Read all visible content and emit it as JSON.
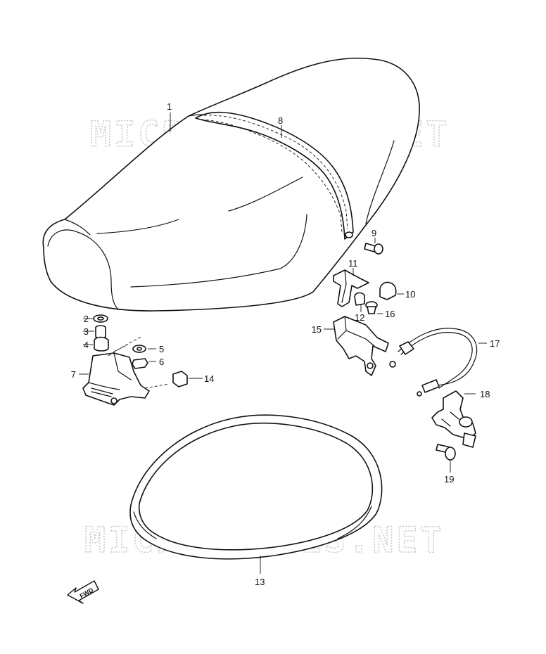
{
  "watermark": {
    "top": "MICROFICHES.NET",
    "bottom": "MICROFICHES.NET"
  },
  "fwd_arrow": {
    "label": "FWD"
  },
  "callouts": [
    "1",
    "2",
    "3",
    "4",
    "5",
    "6",
    "7",
    "8",
    "9",
    "10",
    "11",
    "12",
    "13",
    "14",
    "15",
    "16",
    "17",
    "18",
    "19"
  ],
  "parts": {
    "seat": "seat",
    "seat_belt": "seat-belt",
    "seal": "seal"
  }
}
